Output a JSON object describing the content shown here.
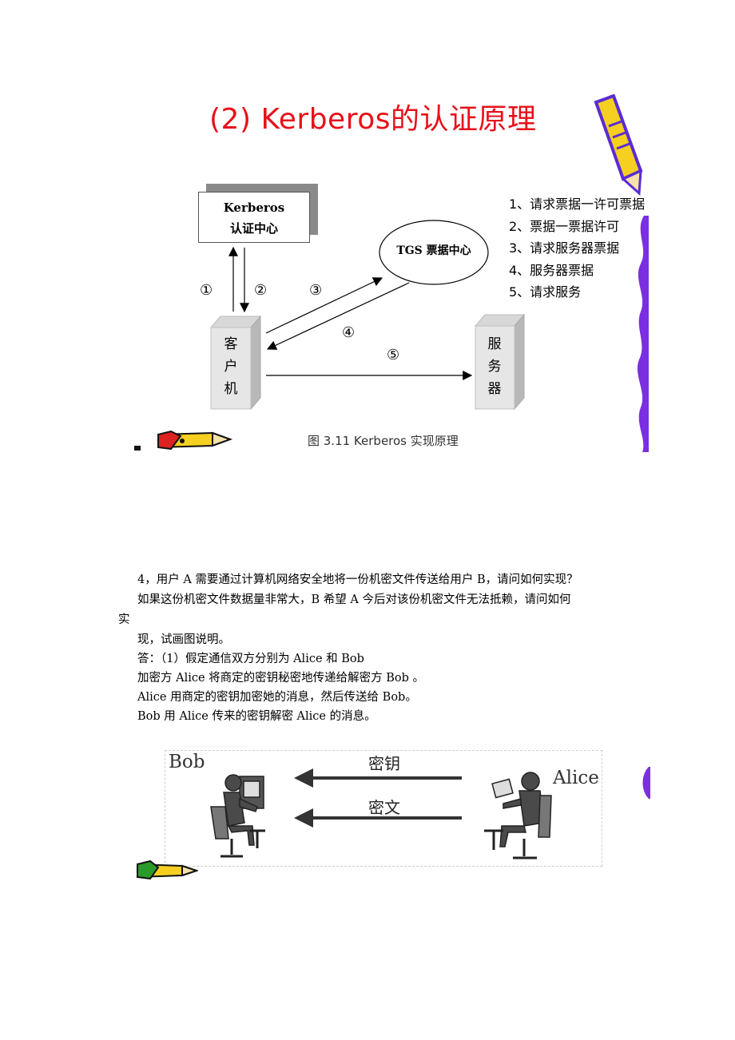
{
  "slide1": {
    "title": "(2) Kerberos的认证原理",
    "kdc": {
      "line1": "Kerberos",
      "line2": "认证中心"
    },
    "tgs": "TGS 票据中心",
    "client": [
      "客",
      "户",
      "机"
    ],
    "server": [
      "服",
      "务",
      "器"
    ],
    "steps": [
      "①",
      "②",
      "③",
      "④",
      "⑤"
    ],
    "legend": [
      "1、请求票据一许可票据",
      "2、票据一票据许可",
      "3、请求服务器票据",
      "4、服务器票据",
      "5、请求服务"
    ],
    "caption": "图 3.11 Kerberos 实现原理",
    "colors": {
      "title": "#e8101a",
      "pencil_body": "#f5d020",
      "pencil_outline": "#5b2bd6"
    }
  },
  "text": {
    "q_line1": "4，用户 A 需要通过计算机网络安全地将一份机密文件传送给用户 B，请问如何实现？",
    "q_line2": "如果这份机密文件数据量非常大，B 希望 A 今后对该份机密文件无法抵赖，请问如何",
    "q_line2_wrap": "实",
    "q_line3": "现，试画图说明。",
    "a_line1": "答：（1）假定通信双方分别为 Alice 和 Bob",
    "a_line2": "加密方 Alice 将商定的密钥秘密地传递给解密方 Bob 。",
    "a_line3": "Alice 用商定的密钥加密她的消息，然后传送给 Bob。",
    "a_line4": "Bob 用 Alice 传来的密钥解密 Alice 的消息。"
  },
  "slide2": {
    "bob": "Bob",
    "alice": "Alice",
    "key_label": "密钥",
    "cipher_label": "密文"
  }
}
